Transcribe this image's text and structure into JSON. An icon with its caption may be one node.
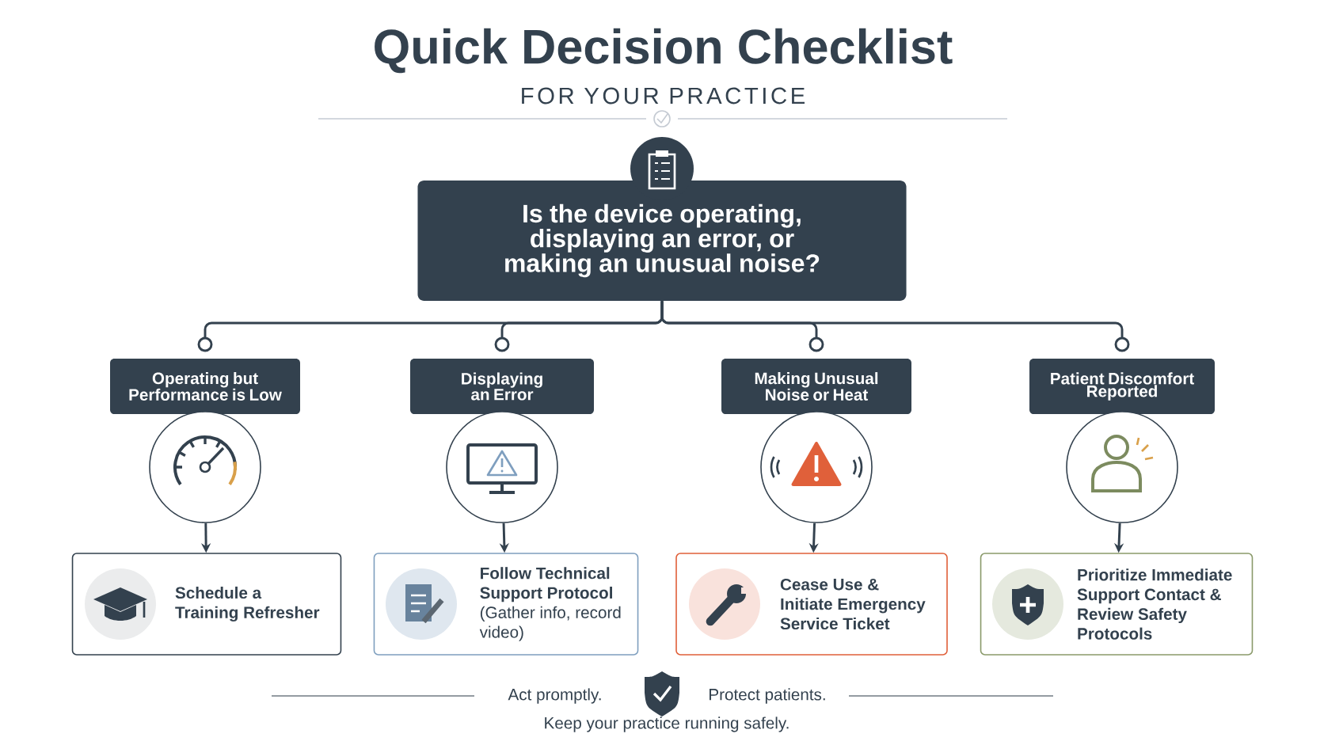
{
  "diagram": {
    "title": "Quick Decision Checklist",
    "nodes": [
      {
        "text": [
          "Is the device operating, displaying an error, or making an unusual noise?"
        ]
      },
      {
        "text": [
          "Operating but Performance is Low"
        ]
      },
      {
        "text": [
          "Displaying an Error"
        ]
      },
      {
        "text": [
          "Making Unusual Noise or Heat"
        ]
      },
      {
        "text": [
          "Patient Discomfort Reported"
        ]
      },
      {
        "text": [],
        "shape": "circle"
      },
      {
        "text": [],
        "shape": "circle"
      },
      {
        "text": [],
        "shape": "circle"
      },
      {
        "text": [],
        "shape": "circle"
      },
      {
        "text": [
          "Schedule a Training Refresher"
        ]
      },
      {
        "text": [
          "Follow Technical Support Protocol",
          "(Gather info, record video)"
        ]
      },
      {
        "text": [
          "Cease Use & Initiate Emergency Service Ticket"
        ]
      },
      {
        "text": [
          "Prioritize Immediate Support Contact & Review Safety Protocols"
        ]
      }
    ],
    "edges": [
      {
        "from": 0,
        "to": 1,
        "arrow": "other"
      },
      {
        "from": 0,
        "to": 2,
        "arrow": "other"
      },
      {
        "from": 0,
        "to": 3,
        "arrow": "other"
      },
      {
        "from": 0,
        "to": 4,
        "arrow": "other"
      },
      {
        "from": 5,
        "to": 9,
        "arrow": "to"
      },
      {
        "from": 6,
        "to": 10,
        "arrow": "to"
      },
      {
        "from": 7,
        "to": 11,
        "arrow": "to"
      },
      {
        "from": 8,
        "to": 12,
        "arrow": "to"
      }
    ],
    "labels": [
      "FOR YOUR PRACTICE",
      "Act promptly.",
      "Protect patients.",
      "Keep your practice running safely."
    ]
  }
}
